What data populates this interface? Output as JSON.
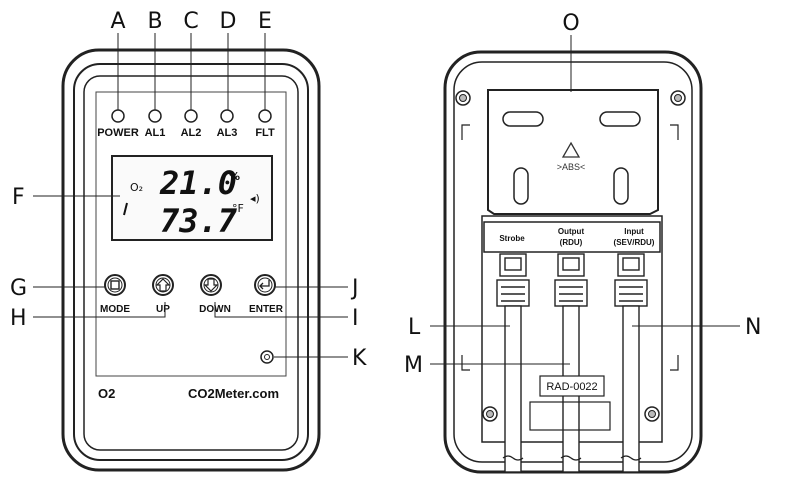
{
  "callouts": {
    "a": "A",
    "b": "B",
    "c": "C",
    "d": "D",
    "e": "E",
    "f": "F",
    "g": "G",
    "h": "H",
    "i": "I",
    "j": "J",
    "k": "K",
    "l": "L",
    "m": "M",
    "n": "N",
    "o": "O"
  },
  "front": {
    "leds": [
      "POWER",
      "AL1",
      "AL2",
      "AL3",
      "FLT"
    ],
    "display": {
      "gas_symbol": "O₂",
      "reading_top": "21.0",
      "unit_top": "%",
      "reading_bottom": "73.7",
      "unit_bottom": "°F",
      "sound_symbol": "◂)"
    },
    "buttons": [
      "MODE",
      "UP",
      "DOWN",
      "ENTER"
    ],
    "model": "O2",
    "brand": "CO2Meter.com"
  },
  "back": {
    "mount_mark": ">ABS<",
    "ports": {
      "strobe": "Strobe",
      "output_1": "Output",
      "output_2": "(RDU)",
      "input_1": "Input",
      "input_2": "(SEV/RDU)"
    },
    "cable_tag": "RAD-0022"
  }
}
